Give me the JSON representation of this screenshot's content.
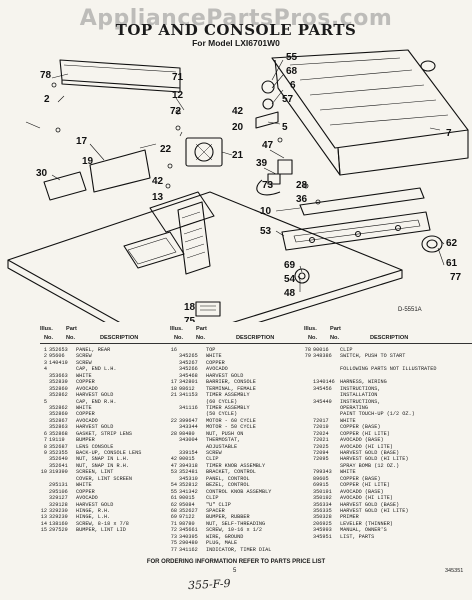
{
  "header": {
    "watermark": "AppliancePartsPros.com",
    "title": "TOP AND CONSOLE PARTS",
    "subtitle": "For Model LXI6701W0"
  },
  "diagram": {
    "figure_id": "D-5551A",
    "callouts": [
      "55",
      "68",
      "6",
      "57",
      "78",
      "2",
      "71",
      "12",
      "72",
      "42",
      "20",
      "5",
      "7",
      "47",
      "39",
      "17",
      "22",
      "19",
      "21",
      "42",
      "13",
      "30",
      "73",
      "28",
      "36",
      "10",
      "53",
      "62",
      "61",
      "77",
      "69",
      "54",
      "48",
      "18",
      "75"
    ]
  },
  "table": {
    "headers": {
      "col1": [
        "Illus.",
        "Part",
        "No.",
        "No.",
        "DESCRIPTION"
      ],
      "col2": [
        "Illus.",
        "Part",
        "No.",
        "No.",
        "DESCRIPTION"
      ],
      "col3": [
        "Illus.",
        "Part",
        "No.",
        "No.",
        "DESCRIPTION"
      ]
    },
    "col1": [
      {
        "n": "1",
        "p": "352653",
        "d": "PANEL, REAR"
      },
      {
        "n": "2",
        "p": "95606",
        "d": "SCREW"
      },
      {
        "n": "3",
        "p": "140419",
        "d": "SCREW"
      },
      {
        "n": "4",
        "p": "",
        "d": "CAP, END L.H."
      },
      {
        "n": "",
        "p": "353663",
        "d": "WHITE"
      },
      {
        "n": "",
        "p": "352839",
        "d": "COPPER"
      },
      {
        "n": "",
        "p": "352860",
        "d": "AVOCADO"
      },
      {
        "n": "",
        "p": "352862",
        "d": "HARVEST GOLD"
      },
      {
        "n": "5",
        "p": "",
        "d": "CAP, END R.H."
      },
      {
        "n": "",
        "p": "352862",
        "d": "WHITE"
      },
      {
        "n": "",
        "p": "352860",
        "d": "COPPER"
      },
      {
        "n": "",
        "p": "352867",
        "d": "AVOCADO"
      },
      {
        "n": "",
        "p": "352863",
        "d": "HARVEST GOLD"
      },
      {
        "n": "6",
        "p": "352868",
        "d": "GASKET, STRIP LENS"
      },
      {
        "n": "7",
        "p": "19119",
        "d": "BUMPER"
      },
      {
        "n": "8",
        "p": "352687",
        "d": "LENS CONSOLE"
      },
      {
        "n": "9",
        "p": "352355",
        "d": "BACK-UP, CONSOLE LENS"
      },
      {
        "n": "",
        "p": "352640",
        "d": "NUT, SNAP IN L.H."
      },
      {
        "n": "",
        "p": "352641",
        "d": "NUT, SNAP IN R.H."
      },
      {
        "n": "10",
        "p": "319390",
        "d": "SCREEN, LINT"
      },
      {
        "n": "",
        "p": "",
        "d": "COVER, LINT SCREEN"
      },
      {
        "n": "",
        "p": "295131",
        "d": "WHITE"
      },
      {
        "n": "",
        "p": "295106",
        "d": "COPPER"
      },
      {
        "n": "",
        "p": "329127",
        "d": "AVOCADO"
      },
      {
        "n": "",
        "p": "329128",
        "d": "HARVEST GOLD"
      },
      {
        "n": "12",
        "p": "329230",
        "d": "HINGE, R.H."
      },
      {
        "n": "13",
        "p": "329239",
        "d": "HINGE, L.H."
      },
      {
        "n": "14",
        "p": "138160",
        "d": "SCREW, 8-18 x 7/8"
      },
      {
        "n": "15",
        "p": "297529",
        "d": "BUMPER, LINT LID"
      }
    ],
    "col2": [
      {
        "n": "16",
        "p": "",
        "d": "TOP"
      },
      {
        "n": "",
        "p": "345265",
        "d": "WHITE"
      },
      {
        "n": "",
        "p": "345267",
        "d": "COPPER"
      },
      {
        "n": "",
        "p": "345266",
        "d": "AVOCADO"
      },
      {
        "n": "",
        "p": "345468",
        "d": "HARVEST GOLD"
      },
      {
        "n": "17",
        "p": "342801",
        "d": "BARRIER, CONSOLE"
      },
      {
        "n": "18",
        "p": "98612",
        "d": "TERMINAL, FEMALE"
      },
      {
        "n": "21",
        "p": "341153",
        "d": "TIMER ASSEMBLY"
      },
      {
        "n": "",
        "p": "",
        "d": "(60 CYCLE)"
      },
      {
        "n": "",
        "p": "341116",
        "d": "TIMER ASSEMBLY"
      },
      {
        "n": "",
        "p": "",
        "d": "(50 CYCLE)"
      },
      {
        "n": "22",
        "p": "399647",
        "d": "MOTOR - 60 CYCLE"
      },
      {
        "n": "",
        "p": "343344",
        "d": "MOTOR - 50 CYCLE"
      },
      {
        "n": "28",
        "p": "98480",
        "d": "NUT, PUSH ON"
      },
      {
        "n": "",
        "p": "343004",
        "d": "THERMOSTAT,"
      },
      {
        "n": "",
        "p": "",
        "d": "ADJUSTABLE"
      },
      {
        "n": "",
        "p": "339154",
        "d": "SCREW"
      },
      {
        "n": "42",
        "p": "90015",
        "d": "CLIP"
      },
      {
        "n": "47",
        "p": "394318",
        "d": "TIMER KNOB ASSEMBLY"
      },
      {
        "n": "53",
        "p": "352481",
        "d": "BRACKET, CONTROL"
      },
      {
        "n": "",
        "p": "345310",
        "d": "PANEL, CONTROL"
      },
      {
        "n": "54",
        "p": "352812",
        "d": "BEZEL, CONTROL"
      },
      {
        "n": "55",
        "p": "341342",
        "d": "CONTROL KNOB ASSEMBLY"
      },
      {
        "n": "61",
        "p": "90015",
        "d": "CLIP"
      },
      {
        "n": "62",
        "p": "95084",
        "d": "\"U\" CLIP"
      },
      {
        "n": "68",
        "p": "352627",
        "d": "SPACER"
      },
      {
        "n": "69",
        "p": "97122",
        "d": "BUMPER, RUBBER"
      },
      {
        "n": "71",
        "p": "98780",
        "d": "NUT, SELF-THREADING"
      },
      {
        "n": "72",
        "p": "345661",
        "d": "SCREW, 10-16 x 1/2"
      },
      {
        "n": "73",
        "p": "340395",
        "d": "WIRE, GROUND"
      },
      {
        "n": "75",
        "p": "290480",
        "d": "PLUG, MALE"
      },
      {
        "n": "77",
        "p": "341162",
        "d": "INDICATOR, TIMER DIAL"
      }
    ],
    "col3": [
      {
        "n": "78",
        "p": "90016",
        "d": "CLIP"
      },
      {
        "n": "79",
        "p": "348386",
        "d": "SWITCH, PUSH TO START"
      },
      {
        "n": "",
        "p": "",
        "d": ""
      },
      {
        "n": "",
        "p": "",
        "d": "FOLLOWING PARTS NOT ILLUSTRATED"
      },
      {
        "n": "",
        "p": "",
        "d": ""
      },
      {
        "n": "",
        "p": "1340146",
        "d": "HARNESS, WIRING"
      },
      {
        "n": "",
        "p": "345456",
        "d": "INSTRUCTIONS,"
      },
      {
        "n": "",
        "p": "",
        "d": "INSTALLATION"
      },
      {
        "n": "",
        "p": "345449",
        "d": "INSTRUCTIONS,"
      },
      {
        "n": "",
        "p": "",
        "d": "OPERATING"
      },
      {
        "n": "",
        "p": "",
        "d": "PAINT TOUCH-UP (1/2 OZ.)"
      },
      {
        "n": "",
        "p": "72017",
        "d": "WHITE"
      },
      {
        "n": "",
        "p": "72019",
        "d": "COPPER (BASE)"
      },
      {
        "n": "",
        "p": "72024",
        "d": "COPPER (HI LITE)"
      },
      {
        "n": "",
        "p": "72021",
        "d": "AVOCADO (BASE)"
      },
      {
        "n": "",
        "p": "72025",
        "d": "AVOCADO (HI LITE)"
      },
      {
        "n": "",
        "p": "72094",
        "d": "HARVEST GOLD (BASE)"
      },
      {
        "n": "",
        "p": "72095",
        "d": "HARVEST GOLD (HI LITE)"
      },
      {
        "n": "",
        "p": "",
        "d": "SPRAY BOMB (12 OZ.)"
      },
      {
        "n": "",
        "p": "799343",
        "d": "WHITE"
      },
      {
        "n": "",
        "p": "89605",
        "d": "COPPER (BASE)"
      },
      {
        "n": "",
        "p": "69915",
        "d": "COPPER (HI LITE)"
      },
      {
        "n": "",
        "p": "350191",
        "d": "AVOCADO (BASE)"
      },
      {
        "n": "",
        "p": "350192",
        "d": "AVOCADO (HI LITE)"
      },
      {
        "n": "",
        "p": "356334",
        "d": "HARVEST GOLD (BASE)"
      },
      {
        "n": "",
        "p": "356335",
        "d": "HARVEST GOLD (HI LITE)"
      },
      {
        "n": "",
        "p": "350328",
        "d": "PRIMER"
      },
      {
        "n": "",
        "p": "206925",
        "d": "LEVELER (THINNER)"
      },
      {
        "n": "",
        "p": "345993",
        "d": "MANUAL, OWNER'S"
      },
      {
        "n": "",
        "p": "345951",
        "d": "LIST, PARTS"
      }
    ]
  },
  "footer": {
    "ordering_note": "FOR ORDERING INFORMATION REFER TO PARTS PRICE LIST",
    "page_number": "5",
    "publication_number": "345351",
    "handwritten_note": "355-F-9"
  }
}
